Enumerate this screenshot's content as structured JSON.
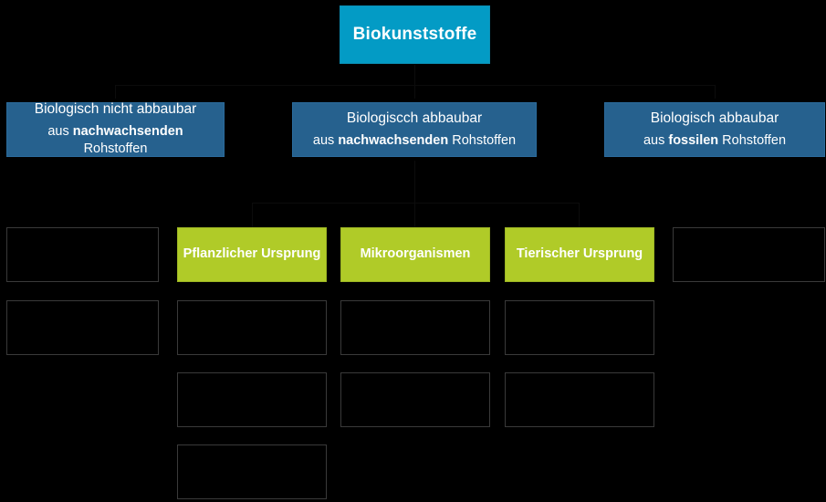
{
  "diagram": {
    "title": "Biokunststoffe",
    "root": {
      "label": "Biokunststoffe",
      "color": "#039bc5"
    },
    "categories": [
      {
        "id": "nicht-abbaubar-nachwachsend",
        "line1": "Biologisch nicht abbaubar",
        "line2_prefix": "aus ",
        "line2_emphasis": "nachwachsenden",
        "line2_suffix": " Rohstoffen",
        "color": "#26618e"
      },
      {
        "id": "abbaubar-nachwachsend",
        "line1": "Biologiscch abbaubar",
        "line2_prefix": "aus ",
        "line2_emphasis": "nachwachsenden",
        "line2_suffix": " Rohstoffen",
        "color": "#26618e"
      },
      {
        "id": "abbaubar-fossil",
        "line1": "Biologisch abbaubar",
        "line2_prefix": "aus ",
        "line2_emphasis": "fossilen",
        "line2_suffix": " Rohstoffen",
        "color": "#26618e"
      }
    ],
    "origins": [
      {
        "id": "pflanzlicher-ursprung",
        "label": "Pflanzlicher Ursprung",
        "color": "#b0cb28"
      },
      {
        "id": "mikroorganismen",
        "label": "Mikroorganismen",
        "color": "#b0cb28"
      },
      {
        "id": "tierischer-ursprung",
        "label": "Tierischer Ursprung",
        "color": "#b0cb28"
      }
    ],
    "empty_nodes": [
      {
        "id": "empty-col0-row1",
        "label": ""
      },
      {
        "id": "empty-col4-row1",
        "label": ""
      },
      {
        "id": "empty-col0-row2",
        "label": ""
      },
      {
        "id": "empty-col1-row2",
        "label": ""
      },
      {
        "id": "empty-col2-row2",
        "label": ""
      },
      {
        "id": "empty-col3-row2",
        "label": ""
      },
      {
        "id": "empty-col1-row3",
        "label": ""
      },
      {
        "id": "empty-col2-row3",
        "label": ""
      },
      {
        "id": "empty-col3-row3",
        "label": ""
      },
      {
        "id": "empty-col1-row4",
        "label": ""
      }
    ],
    "palette": {
      "background": "#000000",
      "root": "#039bc5",
      "category": "#26618e",
      "origin": "#b0cb28",
      "empty_border": "#3a3a3a",
      "text": "#ffffff"
    }
  }
}
